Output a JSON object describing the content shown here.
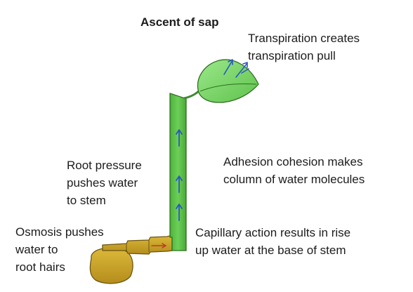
{
  "title": "Ascent of sap",
  "labels": {
    "transpiration": [
      "Transpiration creates",
      "transpiration pull"
    ],
    "adhesion": [
      "Adhesion cohesion makes",
      "column of water molecules"
    ],
    "root_pressure": [
      "Root pressure",
      "pushes water",
      "to stem"
    ],
    "osmosis": [
      "Osmosis pushes",
      "water to",
      "root hairs"
    ],
    "capillary": [
      "Capillary action results in rise",
      "up water at the base of stem"
    ]
  },
  "colors": {
    "leaf": "#7ed66a",
    "stem": "#5cbf48",
    "root": "#c9a227",
    "arrow": "#2b58c2",
    "text": "#1c1c1c"
  },
  "icons": {
    "water_flow": "up-arrow-icon",
    "transpiration": "diagonal-arrow-icon"
  }
}
